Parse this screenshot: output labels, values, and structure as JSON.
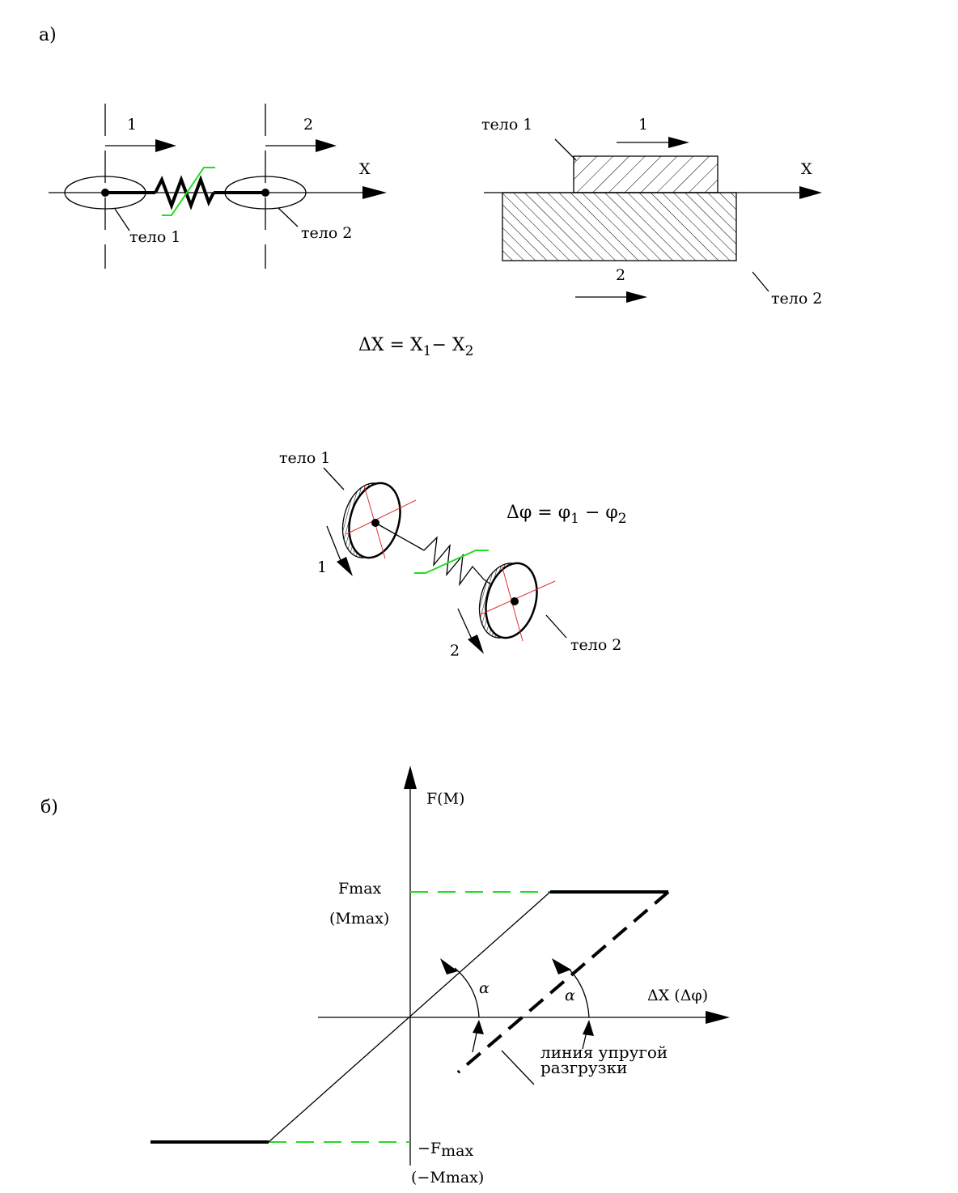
{
  "part_a": {
    "label": "a)",
    "spring_scheme": {
      "arrow_1": "1",
      "arrow_2": "2",
      "axis": "X",
      "body_1": "тело 1",
      "body_2": "тело 2"
    },
    "contact_scheme": {
      "body_1": "тело 1",
      "arrow_1": "1",
      "axis": "X",
      "arrow_2": "2",
      "body_2": "тело 2"
    },
    "formula_dx": {
      "lhs": "ΔX = X",
      "sub1": "1",
      "mid": "− X",
      "sub2": "2"
    },
    "rotational_scheme": {
      "body_1": "тело 1",
      "body_2": "тело 2",
      "arrow_1": "1",
      "arrow_2": "2",
      "formula": {
        "lhs": "Δφ = φ",
        "sub1": "1",
        "mid": " − φ",
        "sub2": "2"
      }
    }
  },
  "part_b": {
    "label": "б)",
    "y_axis_label": "F(M)",
    "x_axis_label": "ΔX (Δφ)",
    "fmax": "Fmax",
    "mmax": "(Mmax)",
    "neg_fmax_sign": "−F",
    "neg_fmax_sub": "max",
    "neg_mmax": "(−Mmax)",
    "alpha_1": "α",
    "alpha_2": "α",
    "unload_line_1": "линия упругой",
    "unload_line_2": "разгрузки"
  },
  "colors": {
    "lines": "#000000",
    "guides": "#22dd22",
    "wheel_axes": "#e03030"
  }
}
